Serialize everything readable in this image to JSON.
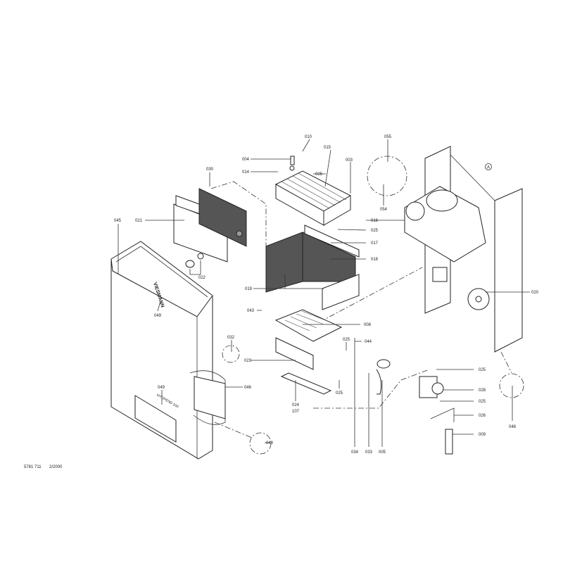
{
  "labels": {
    "p010": "010",
    "p004": "004",
    "p015": "015",
    "p003": "003",
    "p014": "014",
    "p025a": "025",
    "p030": "030",
    "p021": "021",
    "p045": "045",
    "p025b": "025",
    "p016": "016",
    "p017": "017",
    "p018": "018",
    "p019": "019",
    "p022": "022",
    "p049a": "049",
    "p043": "043",
    "p008": "008",
    "p032": "032",
    "p025c": "025",
    "p044": "044",
    "p023": "023",
    "p025d": "025",
    "p028": "028",
    "p025e": "025",
    "p026": "026",
    "p009": "009",
    "p048a": "048",
    "p046": "046",
    "p049b": "049",
    "p024": "024",
    "p107": "107",
    "p025f": "025",
    "p034": "034",
    "p033": "033",
    "p005": "005",
    "p048b": "048",
    "p055": "055",
    "p054": "054",
    "p020": "020",
    "refA": "A"
  },
  "brand": "VIESMANN",
  "model": "VITOPEND 100",
  "footer": {
    "doc_number": "5781 711",
    "date": "2/2000"
  }
}
